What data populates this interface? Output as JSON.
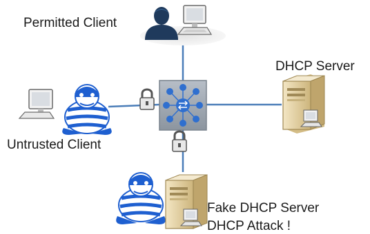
{
  "nodes": {
    "permitted_client": {
      "label": "Permitted Client"
    },
    "dhcp_server": {
      "label": "DHCP Server"
    },
    "untrusted_client": {
      "label": "Untrusted Client"
    },
    "fake_dhcp_server": {
      "label": "Fake DHCP Server",
      "note": "DHCP Attack !"
    },
    "switch": {
      "icon": "network-switch-icon"
    }
  },
  "colors": {
    "link": "#4a7db8",
    "switch_body": "#9aa3ad",
    "switch_port": "#2f6fcf",
    "thief_blue": "#1e5fd0",
    "server_beige": "#e8d5a2",
    "person_navy": "#1f3a5c"
  }
}
